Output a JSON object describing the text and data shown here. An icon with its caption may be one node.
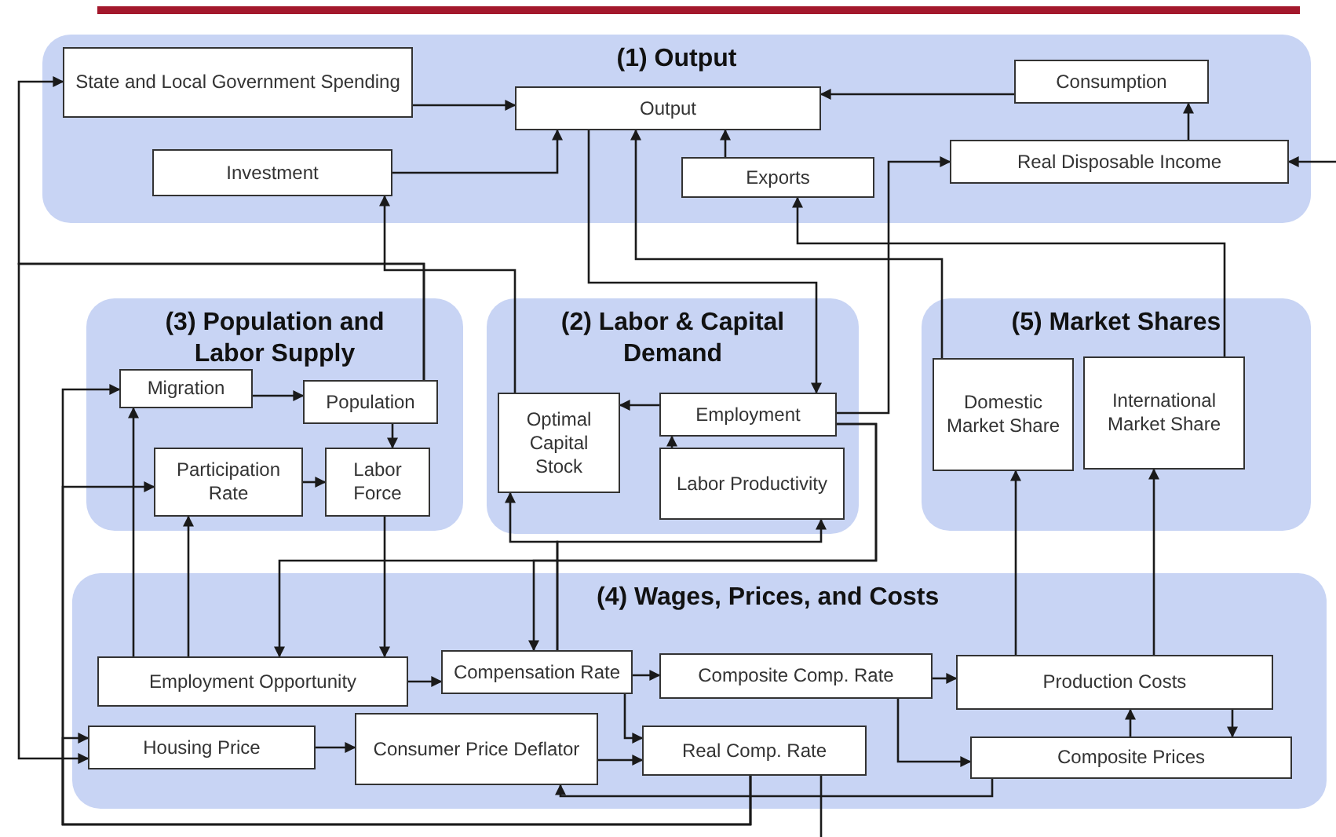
{
  "diagram": {
    "nodes": [
      {
        "text": [
          "(1) Output"
        ]
      },
      {
        "text": [
          "State and Local Government Spending"
        ],
        "in": 0
      },
      {
        "text": [
          "Output"
        ],
        "in": 0
      },
      {
        "text": [
          "Consumption"
        ],
        "in": 0
      },
      {
        "text": [
          "Investment"
        ],
        "in": 0
      },
      {
        "text": [
          "Exports"
        ],
        "in": 0
      },
      {
        "text": [
          "Real Disposable Income"
        ],
        "in": 0
      },
      {
        "text": [
          "(3) Population and Labor Supply"
        ]
      },
      {
        "text": [
          "Migration"
        ],
        "in": 7
      },
      {
        "text": [
          "Population"
        ],
        "in": 7
      },
      {
        "text": [
          "Participation Rate"
        ],
        "in": 7
      },
      {
        "text": [
          "Labor Force"
        ],
        "in": 7
      },
      {
        "text": [
          "(2) Labor & Capital Demand"
        ]
      },
      {
        "text": [
          "Optimal Capital Stock"
        ],
        "in": 12
      },
      {
        "text": [
          "Employment"
        ],
        "in": 12
      },
      {
        "text": [
          "Labor Productivity"
        ],
        "in": 12
      },
      {
        "text": [
          "(5) Market Shares"
        ]
      },
      {
        "text": [
          "Domestic Market Share"
        ],
        "in": 16
      },
      {
        "text": [
          "International Market Share"
        ],
        "in": 16
      },
      {
        "text": [
          "(4) Wages, Prices, and Costs"
        ]
      },
      {
        "text": [
          "Employment Opportunity"
        ],
        "in": 19
      },
      {
        "text": [
          "Compensation Rate"
        ],
        "in": 19
      },
      {
        "text": [
          "Composite Comp. Rate"
        ],
        "in": 19
      },
      {
        "text": [
          "Production Costs"
        ],
        "in": 19
      },
      {
        "text": [
          "Housing Price"
        ],
        "in": 19
      },
      {
        "text": [
          "Consumer Price Deflator"
        ],
        "in": 19
      },
      {
        "text": [
          "Real Comp. Rate"
        ],
        "in": 19
      },
      {
        "text": [
          "Composite Prices"
        ],
        "in": 19
      }
    ],
    "edges": [
      {
        "from": 1,
        "to": 2,
        "arrow": "to"
      },
      {
        "from": 3,
        "to": 2,
        "arrow": "to"
      },
      {
        "from": 4,
        "to": 2,
        "arrow": "to"
      },
      {
        "from": 5,
        "to": 2,
        "arrow": "to"
      },
      {
        "from": 6,
        "to": 3,
        "arrow": "to"
      },
      {
        "from": null,
        "to": 6,
        "arrow": "to"
      },
      {
        "from": 2,
        "to": 14,
        "arrow": "to"
      },
      {
        "from": 17,
        "to": 2,
        "arrow": "to"
      },
      {
        "from": 18,
        "to": 5,
        "arrow": "to"
      },
      {
        "from": 14,
        "to": 6,
        "arrow": "to"
      },
      {
        "from": 13,
        "to": 4,
        "arrow": "to"
      },
      {
        "from": 9,
        "to": 1,
        "arrow": "to"
      },
      {
        "from": 9,
        "to": 24,
        "arrow": "to"
      },
      {
        "from": 26,
        "to": 8,
        "arrow": "to"
      },
      {
        "from": 26,
        "to": 10,
        "arrow": "to"
      },
      {
        "from": 26,
        "to": 24,
        "arrow": "to"
      },
      {
        "from": 8,
        "to": 9,
        "arrow": "to"
      },
      {
        "from": 9,
        "to": 11,
        "arrow": "to"
      },
      {
        "from": 10,
        "to": 11,
        "arrow": "to"
      },
      {
        "from": 11,
        "to": 20,
        "arrow": "to"
      },
      {
        "from": 20,
        "to": 8,
        "arrow": "to"
      },
      {
        "from": 20,
        "to": 10,
        "arrow": "to"
      },
      {
        "from": 14,
        "to": 13,
        "arrow": "to"
      },
      {
        "from": 15,
        "to": 14,
        "arrow": "to"
      },
      {
        "from": 14,
        "to": 20,
        "arrow": "to"
      },
      {
        "from": 14,
        "to": 21,
        "arrow": "to"
      },
      {
        "from": 21,
        "to": 13,
        "arrow": "to"
      },
      {
        "from": 21,
        "to": 15,
        "arrow": "to"
      },
      {
        "from": 20,
        "to": 21,
        "arrow": "to"
      },
      {
        "from": 21,
        "to": 22,
        "arrow": "to"
      },
      {
        "from": 21,
        "to": 26,
        "arrow": "to"
      },
      {
        "from": 25,
        "to": 26,
        "arrow": "to"
      },
      {
        "from": 22,
        "to": 23,
        "arrow": "to"
      },
      {
        "from": 22,
        "to": 27,
        "arrow": "to"
      },
      {
        "from": 23,
        "to": 27,
        "arrow": "to"
      },
      {
        "from": 27,
        "to": 23,
        "arrow": "to"
      },
      {
        "from": 23,
        "to": 17,
        "arrow": "to"
      },
      {
        "from": 23,
        "to": 18,
        "arrow": "to"
      },
      {
        "from": 24,
        "to": 25,
        "arrow": "to"
      },
      {
        "from": 27,
        "to": 25,
        "arrow": "to"
      },
      {
        "from": 26,
        "to": null,
        "arrow": "none"
      }
    ]
  }
}
